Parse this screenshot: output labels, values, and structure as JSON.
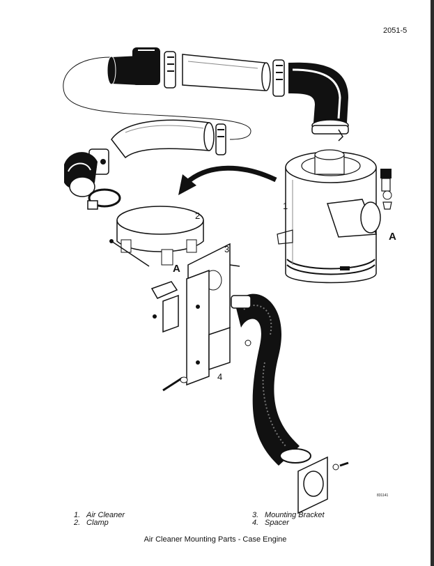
{
  "document_number": "2051-5",
  "figure_id": "831141",
  "callouts": {
    "c1": "1",
    "c2": "2",
    "c3": "3",
    "c4": "4",
    "a1": "A",
    "a2": "A"
  },
  "legend": [
    {
      "num": "1.",
      "label": "Air Cleaner"
    },
    {
      "num": "2.",
      "label": "Clamp"
    },
    {
      "num": "3.",
      "label": "Mounting Bracket"
    },
    {
      "num": "4.",
      "label": "Spacer"
    }
  ],
  "caption": "Air Cleaner Mounting Parts - Case Engine"
}
